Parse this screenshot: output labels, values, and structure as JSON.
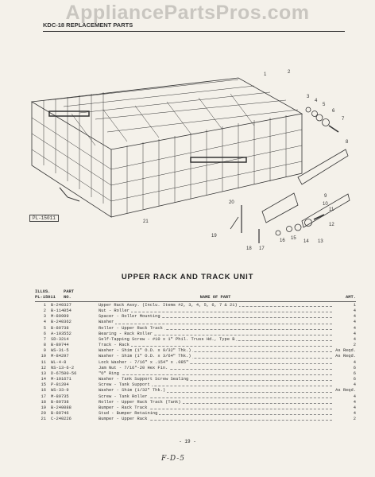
{
  "watermark": "AppliancePartsPros.com",
  "header": "KDC-18 REPLACEMENT PARTS",
  "figure_id": "PL-15011",
  "callouts": [
    "1",
    "2",
    "3",
    "4",
    "5",
    "6",
    "7",
    "8",
    "9",
    "10",
    "11",
    "12",
    "13",
    "14",
    "15",
    "16",
    "17",
    "18",
    "19",
    "20",
    "21"
  ],
  "section_title": "UPPER RACK AND TRACK UNIT",
  "table": {
    "headers": {
      "illus_line1": "ILLUS.",
      "illus_line2": "PL-15011",
      "part_line1": "PART",
      "part_line2": "NO.",
      "name": "NAME OF PART",
      "amt": "AMT."
    },
    "rows": [
      {
        "illus": "1",
        "part": "B-240327",
        "name": "Upper Rack Assy. (Inclu. Items #2, 3, 4, 5, 6, 7 & 21)",
        "amt": "1"
      },
      {
        "illus": "2",
        "part": "B-114054",
        "name": "Nut - Roller",
        "amt": "4"
      },
      {
        "illus": "3",
        "part": "M-89999",
        "name": "Spacer - Roller Mounting",
        "amt": "4"
      },
      {
        "illus": "4",
        "part": "B-240362",
        "name": "Washer",
        "amt": "4"
      },
      {
        "illus": "5",
        "part": "B-89738",
        "name": "Roller - Upper Rack Track",
        "amt": "4"
      },
      {
        "illus": "6",
        "part": "A-103552",
        "name": "Bearing - Rack Roller",
        "amt": "4"
      },
      {
        "illus": "7",
        "part": "SD-3214",
        "name": "Self-Tapping Screw - #10 x 1\" Phil. Truss Hd., Type B",
        "amt": "4"
      },
      {
        "illus": "8",
        "part": "B-89744",
        "name": "Track - Rack",
        "amt": "2"
      },
      {
        "illus": "9",
        "part": "WS-31-5",
        "name": "Washer - Shim (1\" O.D. x 9/32\" Thk.)",
        "amt": "As Reqd."
      },
      {
        "illus": "10",
        "part": "M-84297",
        "name": "Washer - Shim (1\" O.D. x 3/64\" Thk.)",
        "amt": "As Reqd."
      },
      {
        "illus": "11",
        "part": "WL-4-8",
        "name": "Lock Washer - 7/16\" x .154\" x .085\"",
        "amt": "4"
      },
      {
        "illus": "12",
        "part": "NS-13-6-2",
        "name": "Jam Nut - 7/16\"-20 Hex Fin.",
        "amt": "6"
      },
      {
        "illus": "13",
        "part": "D-67500-56",
        "name": "\"O\" Ring",
        "amt": "6"
      },
      {
        "illus": "14",
        "part": "M-101671",
        "name": "Washer - Tank Support Screw Sealing",
        "amt": "6"
      },
      {
        "illus": "15",
        "part": "P-81204",
        "name": "Screw - Tank Support",
        "amt": "4"
      },
      {
        "illus": "16",
        "part": "WS-33-9",
        "name": "Washer - Shim (1/32\" Thk.)",
        "amt": "As Reqd."
      },
      {
        "illus": "17",
        "part": "M-89735",
        "name": "Screw - Tank Roller",
        "amt": "4"
      },
      {
        "illus": "18",
        "part": "B-89738",
        "name": "Roller - Upper Rack Track (Tank)",
        "amt": "4"
      },
      {
        "illus": "19",
        "part": "B-240088",
        "name": "Bumper - Rack Track",
        "amt": "4"
      },
      {
        "illus": "20",
        "part": "B-89746",
        "name": "Stud - Bumper Retaining",
        "amt": "4"
      },
      {
        "illus": "21",
        "part": "C-240226",
        "name": "Bumper - Upper Rack",
        "amt": "2"
      }
    ]
  },
  "page_number": "- 19 -",
  "footer_mark": "F-D-5"
}
